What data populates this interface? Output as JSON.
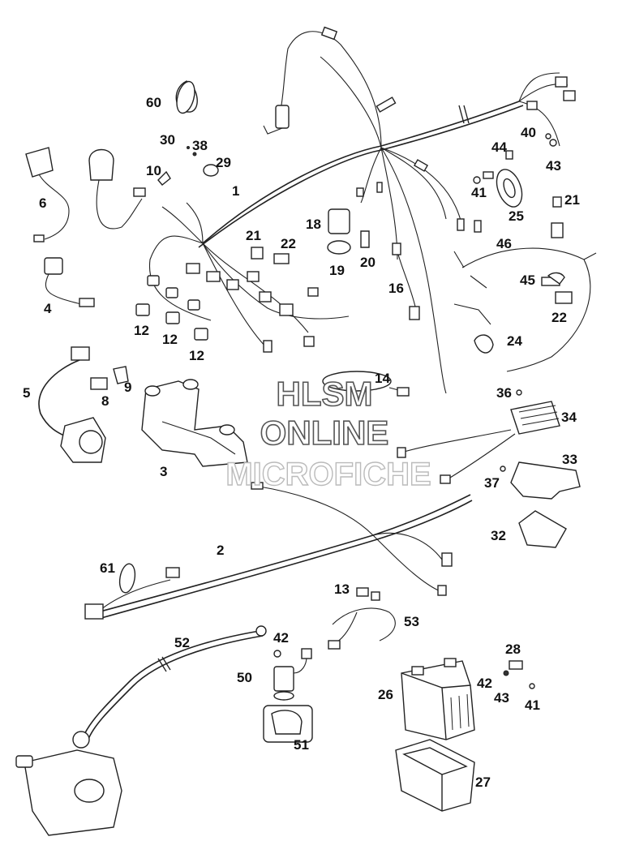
{
  "watermark": {
    "line1": "HLSM",
    "line2": "ONLINE",
    "line3": "MICROFICHE"
  },
  "callouts": [
    "1",
    "2",
    "3",
    "4",
    "5",
    "6",
    "8",
    "9",
    "10",
    "12",
    "12",
    "12",
    "13",
    "14",
    "16",
    "18",
    "19",
    "20",
    "21",
    "21",
    "22",
    "22",
    "24",
    "25",
    "26",
    "27",
    "28",
    "29",
    "30",
    "32",
    "33",
    "34",
    "36",
    "37",
    "38",
    "40",
    "41",
    "41",
    "42",
    "42",
    "43",
    "43",
    "44",
    "45",
    "46",
    "50",
    "51",
    "52",
    "53",
    "60",
    "61"
  ],
  "colors": {
    "line": "#222222",
    "background": "#ffffff",
    "watermark_stroke": "#555555"
  }
}
